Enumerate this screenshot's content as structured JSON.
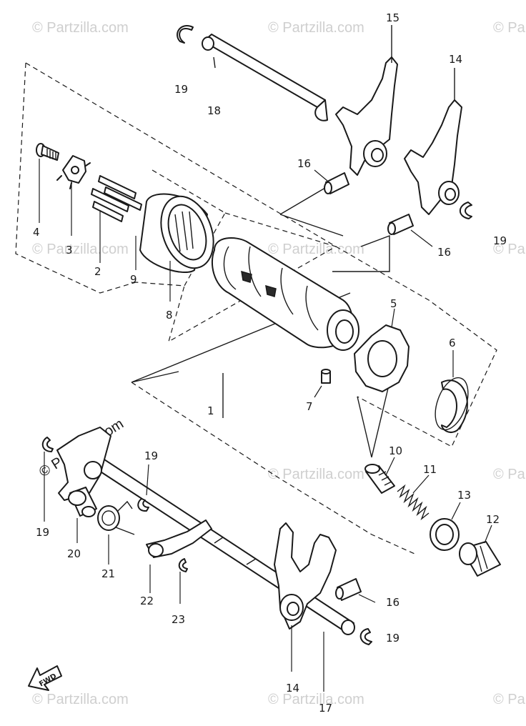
{
  "diagram": {
    "callouts": {
      "p1": "1",
      "p2": "2",
      "p3": "3",
      "p4": "4",
      "p5": "5",
      "p6": "6",
      "p7": "7",
      "p8": "8",
      "p9": "9",
      "p10": "10",
      "p11": "11",
      "p12": "12",
      "p13": "13",
      "p14_top": "14",
      "p14_bottom": "14",
      "p15": "15",
      "p16_top": "16",
      "p16_mid": "16",
      "p16_bottom": "16",
      "p17": "17",
      "p18": "18",
      "p19_top_left": "19",
      "p19_right": "19",
      "p19_left": "19",
      "p19_mid": "19",
      "p19_bottom": "19",
      "p20": "20",
      "p21": "21",
      "p22": "22",
      "p23": "23"
    },
    "fwd_label": "FWD",
    "watermark": "© Partzilla.com"
  }
}
